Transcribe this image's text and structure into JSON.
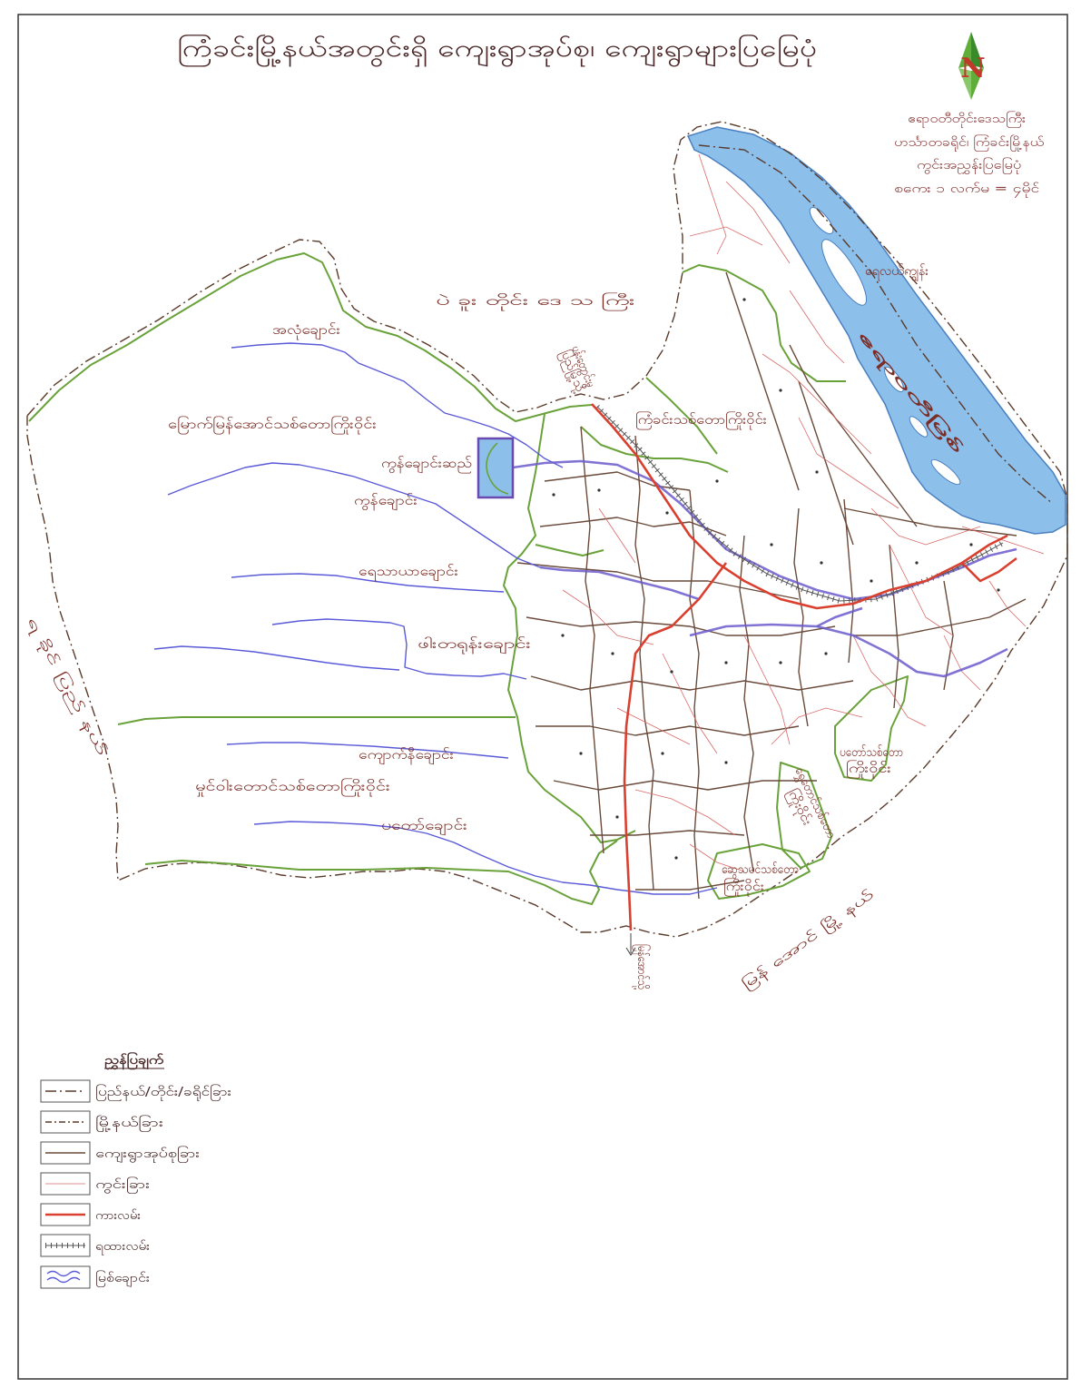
{
  "title": "ကြံခင်းမြို့နယ်အတွင်းရှိ ကျေးရွာအုပ်စု၊ ကျေးရွာများပြမြေပုံ",
  "north_label": "N",
  "info": {
    "region": "ဧရာဝတီတိုင်းဒေသကြီး",
    "district": "ဟင်္သာတခရိုင်၊ ကြံခင်းမြို့နယ်",
    "map_type": "ကွင်းအညွှန်းပြမြေပုံ",
    "scale": "စကေး ၁ လက်မ = ၄မိုင်"
  },
  "labels": {
    "bago_region": "ပဲ ခူး တိုင်း ဒေ သ ကြီး",
    "rakhine_state": "ရ ခိုင် ပြည် နယ်",
    "myanaung_township": "မြန် အောင် မြို့ နယ်",
    "alon_creek": "အလုံချောင်း",
    "north_forest_reserve": "မြောက်မြန်အောင်သစ်တောကြိုးဝိုင်း",
    "reservoir": "ကွန်ချောင်းဆည်",
    "kwan_creek": "ကွန်ချောင်း",
    "yethaya_creek": "ရေသာယာချောင်း",
    "phatayoun_creek": "ဖါးတရုန်းချောင်း",
    "kyauknee_creek": "ကျောက်နီချောင်း",
    "south_forest_reserve": "မှုင်ဝါးတောင်သစ်တောကြိုးဝိုင်း",
    "patau_creek": "ပတော်ချောင်း",
    "kyangin_forest_reserve": "ကြံခင်းသစ်တောကြိုးဝိုင်း",
    "island": "ရေလယ်ကျွန်း",
    "river": "ဧရာဝတီမြစ်",
    "road_north": {
      "line1": "ပန်းတောင်းမှ",
      "line2": "ပြည်မြို့သို့"
    },
    "road_south": "မြန်အောင်သို့",
    "patau_forest": {
      "line1": "ပတော်သစ်တော",
      "line2": "ကြိုးဝိုင်း"
    },
    "shwe_forest": {
      "line1": "ရွှေတောင်သစ်တော",
      "line2": "ကြိုးဝိုင်း"
    },
    "swethamin_forest": {
      "line1": "ဆွေသမင်သစ်တော",
      "line2": "ကြိုးဝိုင်း"
    }
  },
  "legend": {
    "heading": "ညွှန်ပြချက်",
    "items": [
      {
        "label": "ပြည်နယ်/တိုင်း/ခရိုင်ခြား"
      },
      {
        "label": "မြို့နယ်ခြား"
      },
      {
        "label": "ကျေးရွာအုပ်စုခြား"
      },
      {
        "label": "ကွင်းခြား"
      },
      {
        "label": "ကားလမ်း"
      },
      {
        "label": "ရထားလမ်း"
      },
      {
        "label": "မြစ်ချောင်း"
      }
    ]
  },
  "colors": {
    "river": "#8cbfea",
    "road": "#d94030",
    "stream": "#5a5ad8",
    "forest_boundary": "#6aa23a",
    "village_tract_boundary": "#6a4a3a",
    "label": "#7b2d26"
  }
}
